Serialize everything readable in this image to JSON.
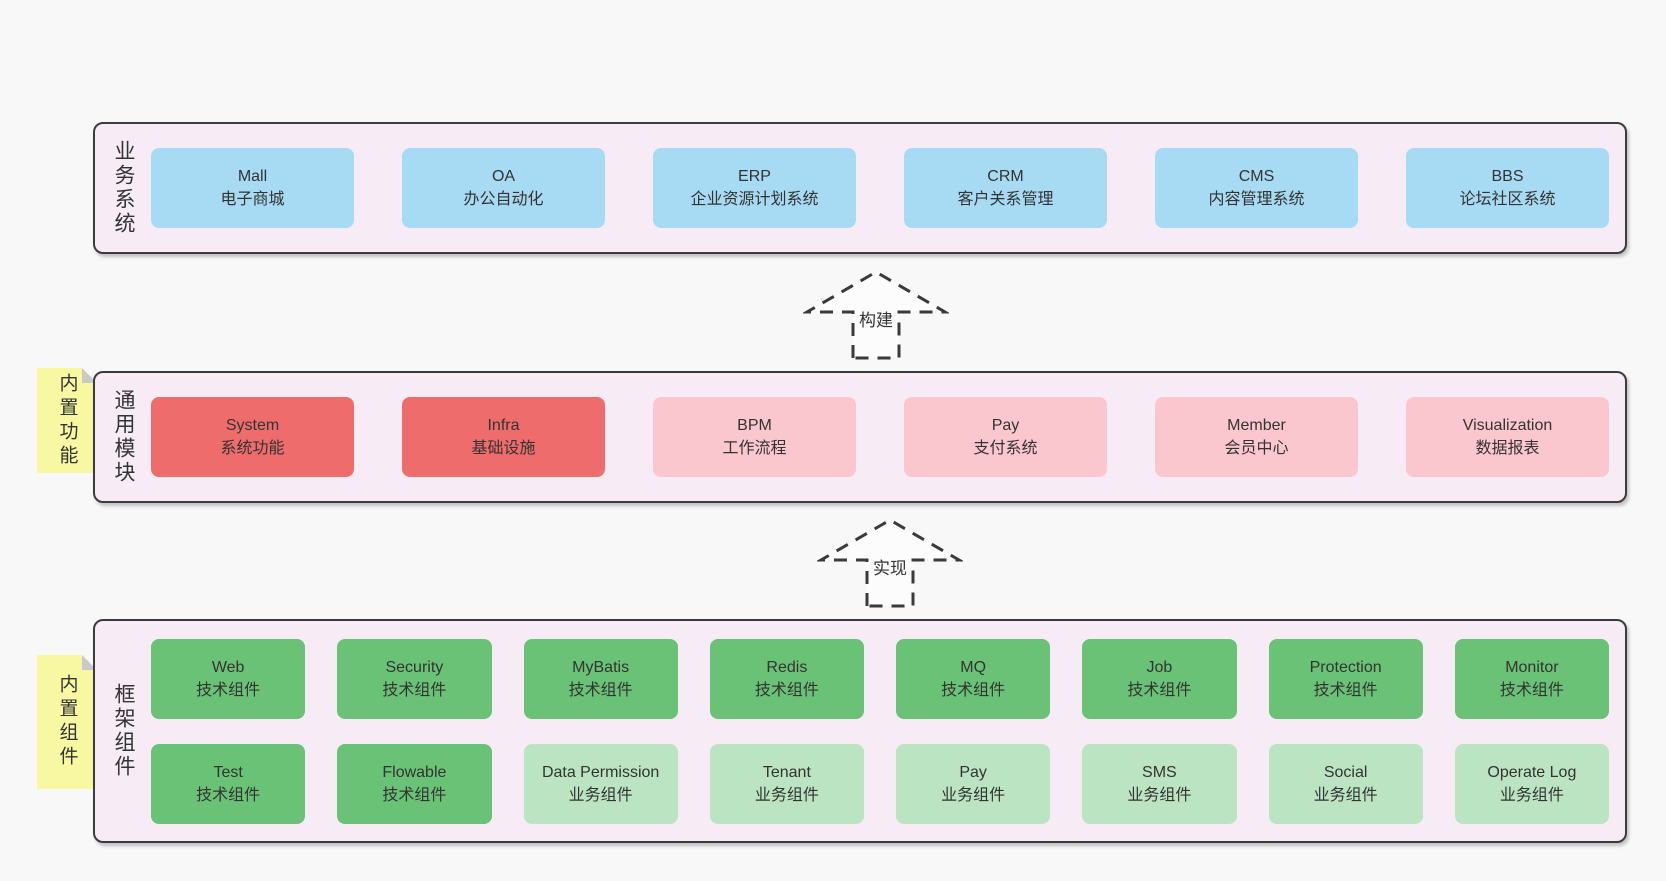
{
  "diagram": {
    "layers": [
      {
        "label": "业务系统",
        "boxes": [
          {
            "name": "Mall",
            "desc": "电子商城",
            "color": "blue"
          },
          {
            "name": "OA",
            "desc": "办公自动化",
            "color": "blue"
          },
          {
            "name": "ERP",
            "desc": "企业资源计划系统",
            "color": "blue"
          },
          {
            "name": "CRM",
            "desc": "客户关系管理",
            "color": "blue"
          },
          {
            "name": "CMS",
            "desc": "内容管理系统",
            "color": "blue"
          },
          {
            "name": "BBS",
            "desc": "论坛社区系统",
            "color": "blue"
          }
        ]
      },
      {
        "label": "通用模块",
        "sticky": "内置功能",
        "boxes": [
          {
            "name": "System",
            "desc": "系统功能",
            "color": "red"
          },
          {
            "name": "Infra",
            "desc": "基础设施",
            "color": "red"
          },
          {
            "name": "BPM",
            "desc": "工作流程",
            "color": "pink"
          },
          {
            "name": "Pay",
            "desc": "支付系统",
            "color": "pink"
          },
          {
            "name": "Member",
            "desc": "会员中心",
            "color": "pink"
          },
          {
            "name": "Visualization",
            "desc": "数据报表",
            "color": "pink"
          }
        ]
      },
      {
        "label": "框架组件",
        "sticky": "内置组件",
        "boxes": [
          {
            "name": "Web",
            "desc": "技术组件",
            "color": "green"
          },
          {
            "name": "Security",
            "desc": "技术组件",
            "color": "green"
          },
          {
            "name": "MyBatis",
            "desc": "技术组件",
            "color": "green"
          },
          {
            "name": "Redis",
            "desc": "技术组件",
            "color": "green"
          },
          {
            "name": "MQ",
            "desc": "技术组件",
            "color": "green"
          },
          {
            "name": "Job",
            "desc": "技术组件",
            "color": "green"
          },
          {
            "name": "Protection",
            "desc": "技术组件",
            "color": "green"
          },
          {
            "name": "Monitor",
            "desc": "技术组件",
            "color": "green"
          },
          {
            "name": "Test",
            "desc": "技术组件",
            "color": "green"
          },
          {
            "name": "Flowable",
            "desc": "技术组件",
            "color": "green"
          },
          {
            "name": "Data Permission",
            "desc": "业务组件",
            "color": "lightgreen"
          },
          {
            "name": "Tenant",
            "desc": "业务组件",
            "color": "lightgreen"
          },
          {
            "name": "Pay",
            "desc": "业务组件",
            "color": "lightgreen"
          },
          {
            "name": "SMS",
            "desc": "业务组件",
            "color": "lightgreen"
          },
          {
            "name": "Social",
            "desc": "业务组件",
            "color": "lightgreen"
          },
          {
            "name": "Operate Log",
            "desc": "业务组件",
            "color": "lightgreen"
          }
        ]
      }
    ],
    "arrows": [
      {
        "label": "构建"
      },
      {
        "label": "实现"
      }
    ],
    "colors": {
      "blue": "#a7daf3",
      "red": "#ef6c6c",
      "pink": "#fbc7ce",
      "green": "#6ac276",
      "light_green": "#bbe4c2",
      "panel_background": "#f7ecf5",
      "sticky_yellow": "#f7f8a1",
      "border": "#3c3c3c",
      "text": "#333333",
      "page_background": "#f8f8f8"
    }
  }
}
